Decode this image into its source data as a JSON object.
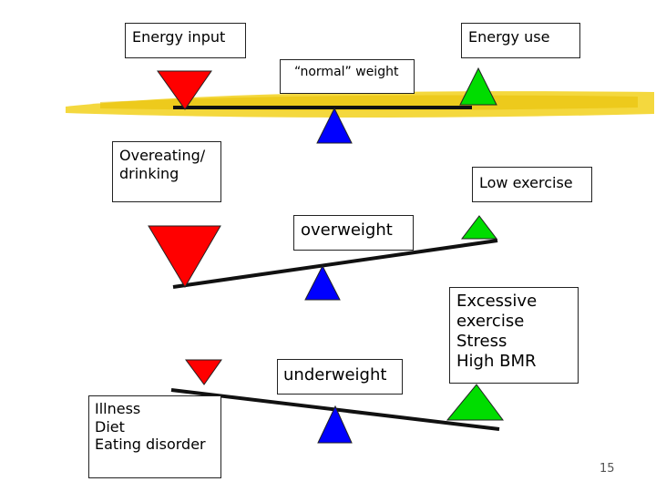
{
  "labels": {
    "energy_input": "Energy input",
    "energy_use": "Energy use",
    "normal_weight": "“normal” weight",
    "overeating": "Overeating/\ndrinking",
    "low_exercise": "Low exercise",
    "overweight": "overweight",
    "underweight": "underweight",
    "excessive": "Excessive\nexercise\nStress\nHigh BMR",
    "illness": "Illness\nDiet\nEating disorder"
  },
  "page_number": "15",
  "colors": {
    "input_triangle": "#ff0000",
    "use_triangle": "#00dd00",
    "fulcrum": "#0000ff",
    "beam": "#111111",
    "highlight": "#f2d11c"
  },
  "scales": [
    {
      "name": "normal",
      "beam_tilt": "level",
      "input_size": "medium",
      "use_size": "medium"
    },
    {
      "name": "overweight",
      "beam_tilt": "left-down",
      "input_size": "large",
      "use_size": "small"
    },
    {
      "name": "underweight",
      "beam_tilt": "right-down",
      "input_size": "small",
      "use_size": "large"
    }
  ]
}
